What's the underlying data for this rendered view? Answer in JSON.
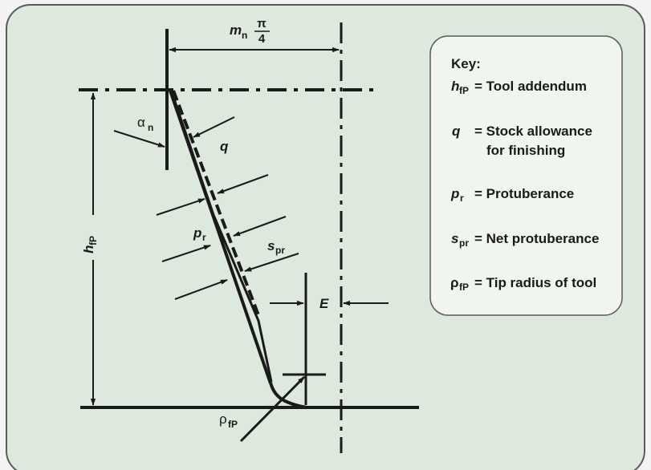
{
  "diagram": {
    "labels": {
      "mn_pi_4": {
        "main": "m",
        "sub": "n",
        "num": "π",
        "den": "4"
      },
      "alpha_n": {
        "main": "α",
        "sub": "n"
      },
      "q": {
        "main": "q"
      },
      "p_r": {
        "main": "p",
        "sub": "r"
      },
      "s_pr": {
        "main": "s",
        "sub": "pr"
      },
      "h_fP": {
        "main": "h",
        "sub": "fP"
      },
      "E": {
        "main": "E"
      },
      "rho_fP": {
        "main": "ρ",
        "sub": "fP"
      }
    },
    "colors": {
      "background": "#dde9dd",
      "key_background": "#f0f5ee",
      "border": "#5a5a5a",
      "ink": "#1a1a1a"
    }
  },
  "key": {
    "title": "Key:",
    "items": [
      {
        "sym": "h",
        "sub": "fP",
        "text": "= Tool addendum",
        "text2": ""
      },
      {
        "sym": "q",
        "sub": "",
        "text": "= Stock allowance",
        "text2": "for finishing"
      },
      {
        "sym": "p",
        "sub": "r",
        "text": "= Protuberance",
        "text2": ""
      },
      {
        "sym": "s",
        "sub": "pr",
        "text": "= Net protuberance",
        "text2": ""
      },
      {
        "sym": "ρ",
        "sub": "fP",
        "text": "= Tip radius of tool",
        "text2": ""
      }
    ]
  }
}
